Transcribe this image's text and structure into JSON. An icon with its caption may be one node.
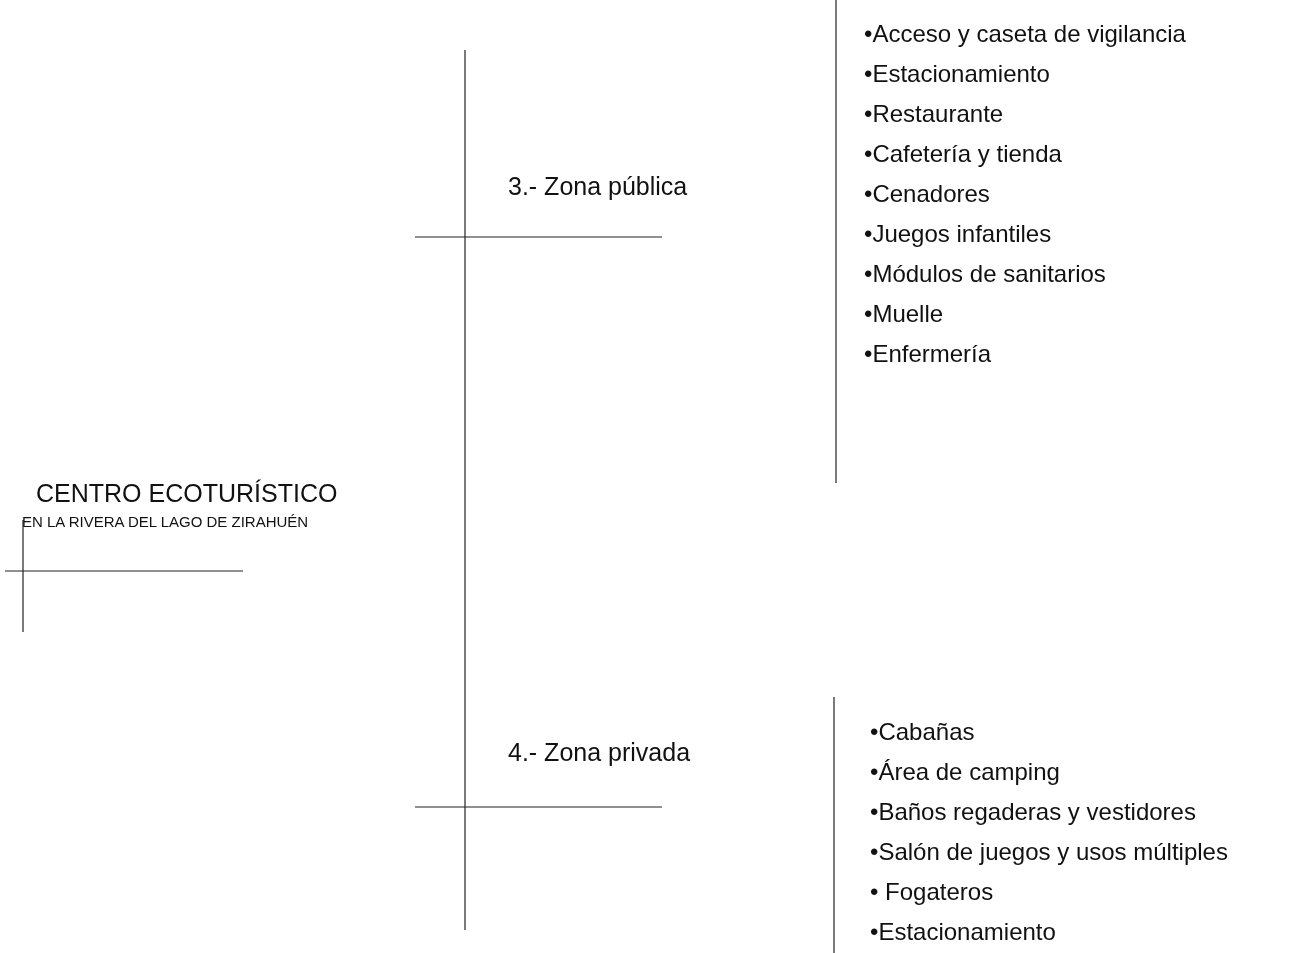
{
  "diagram": {
    "title": "CENTRO ECOTURÍSTICO",
    "labels": [
      "EN LA RIVERA DEL LAGO DE ZIRAHUÉN",
      "3.- Zona pública",
      "•Acceso y caseta de vigilancia",
      "•Estacionamiento",
      "•Restaurante",
      "•Cafetería y tienda",
      "•Cenadores",
      "•Juegos infantiles",
      "•Módulos de sanitarios",
      "•Muelle",
      "•Enfermería",
      "4.- Zona privada",
      "•Cabañas",
      "•Área de camping",
      "•Baños regaderas y vestidores",
      "•Salón de juegos y usos múltiples",
      "• Fogateros",
      "•Estacionamiento"
    ]
  }
}
